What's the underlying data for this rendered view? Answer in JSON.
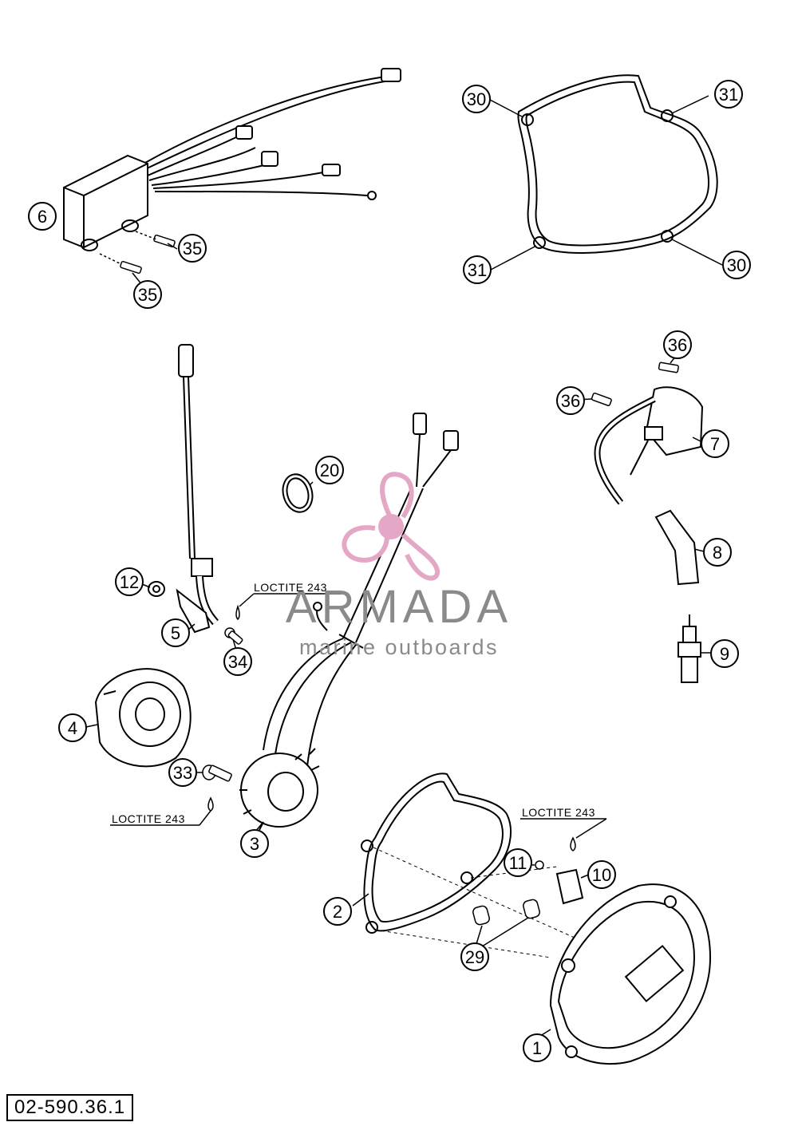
{
  "diagram_id": "02-590.36.1",
  "watermark": {
    "title": "ARMADA",
    "subtitle": "marine outboards",
    "color": "#e4a7c5"
  },
  "loctite_labels": [
    "LOCTITE 243",
    "LOCTITE 243",
    "LOCTITE 243"
  ],
  "callouts": [
    "1",
    "2",
    "3",
    "4",
    "5",
    "6",
    "7",
    "8",
    "9",
    "10",
    "11",
    "12",
    "20",
    "29",
    "30",
    "31",
    "31",
    "30",
    "33",
    "34",
    "35",
    "35",
    "36",
    "36"
  ]
}
